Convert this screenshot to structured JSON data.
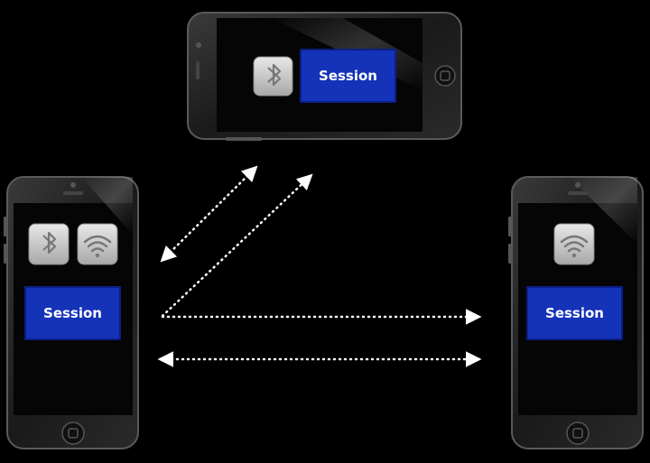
{
  "diagram": {
    "background": "#000000",
    "session_color": "#1433b8",
    "session_border": "#0a1f86",
    "arrow_color": "#ffffff",
    "phones": [
      {
        "id": "top",
        "orientation": "landscape",
        "icons": [
          "bluetooth-icon"
        ],
        "session_label": "Session"
      },
      {
        "id": "left",
        "orientation": "portrait",
        "icons": [
          "bluetooth-icon",
          "wifi-icon"
        ],
        "session_label": "Session"
      },
      {
        "id": "right",
        "orientation": "portrait",
        "icons": [
          "wifi-icon"
        ],
        "session_label": "Session"
      }
    ],
    "connections": [
      {
        "from": "left",
        "to": "top",
        "style": "dotted",
        "heads": "both"
      },
      {
        "from": "left",
        "to": "top",
        "style": "dotted",
        "heads": "end"
      },
      {
        "from": "left",
        "to": "right",
        "style": "dotted",
        "heads": "end"
      },
      {
        "from": "left",
        "to": "right",
        "style": "dotted",
        "heads": "both"
      }
    ]
  }
}
